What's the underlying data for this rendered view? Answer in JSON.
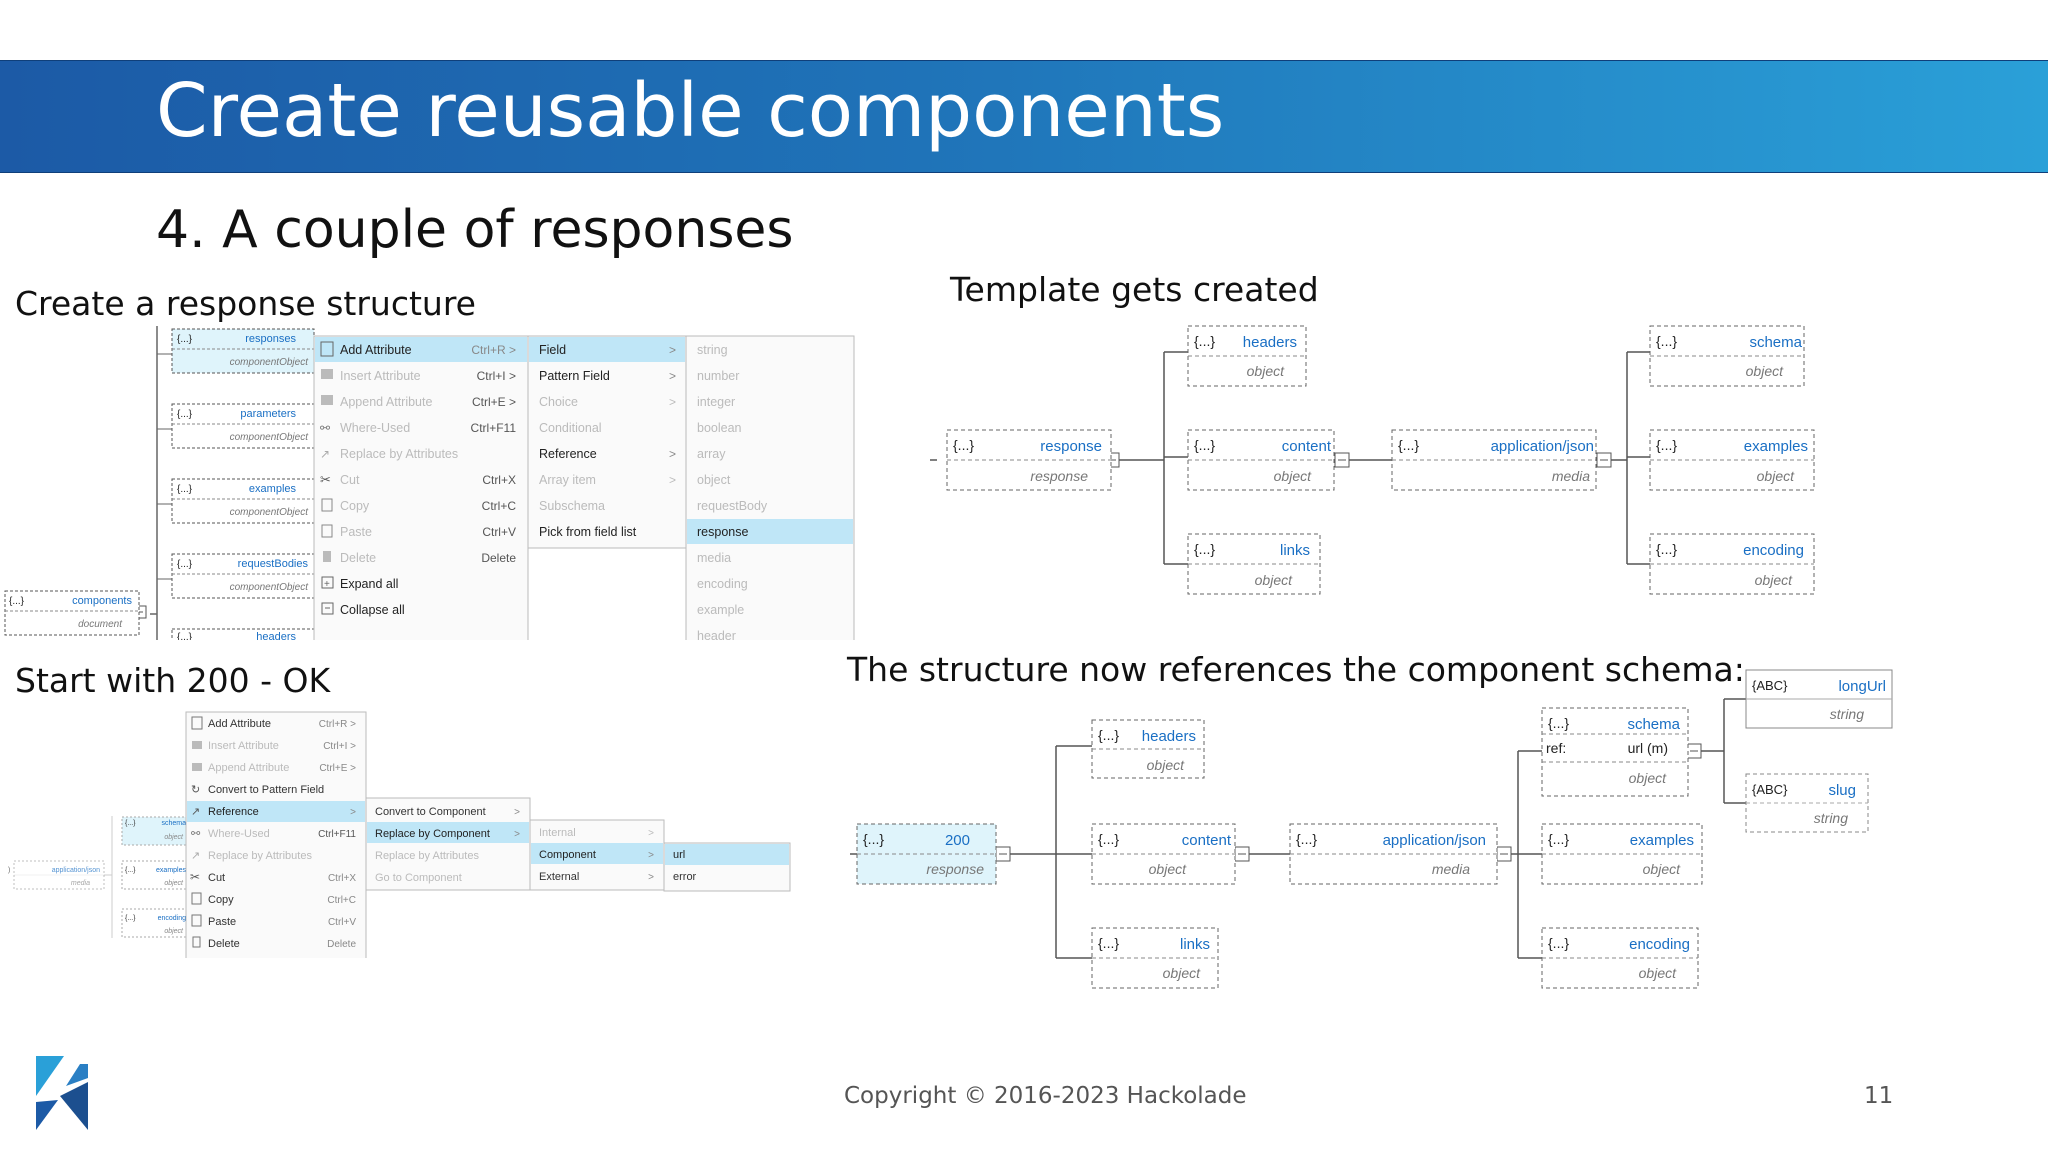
{
  "slide": {
    "title": "Create reusable components",
    "subtitle": "4. A couple of responses",
    "caption_tl": "Create a response structure",
    "caption_tr": "Template gets created",
    "caption_bl": "Start with 200 - OK",
    "caption_br": "The structure now references the component schema:",
    "copyright": "Copyright © 2016-2023 Hackolade",
    "page_number": "11"
  },
  "obj_glyph": "{...}",
  "str_glyph": "{ABC}",
  "tl": {
    "tree": [
      {
        "name": "responses",
        "type": "componentObject"
      },
      {
        "name": "parameters",
        "type": "componentObject"
      },
      {
        "name": "examples",
        "type": "componentObject"
      },
      {
        "name": "requestBodies",
        "type": "componentObject"
      },
      {
        "name": "headers",
        "type": ""
      }
    ],
    "root": {
      "name": "components",
      "type": "document"
    },
    "menu1": [
      {
        "icon": "add-attribute-icon",
        "label": "Add Attribute",
        "shortcut": "Ctrl+R >"
      },
      {
        "icon": "insert-attribute-icon",
        "label": "Insert Attribute",
        "shortcut": "Ctrl+I >"
      },
      {
        "icon": "append-attribute-icon",
        "label": "Append Attribute",
        "shortcut": "Ctrl+E >"
      },
      {
        "icon": "where-used-icon",
        "label": "Where-Used",
        "shortcut": "Ctrl+F11"
      },
      {
        "icon": "replace-icon",
        "label": "Replace by Attributes",
        "shortcut": ""
      },
      {
        "icon": "cut-icon",
        "label": "Cut",
        "shortcut": "Ctrl+X"
      },
      {
        "icon": "copy-icon",
        "label": "Copy",
        "shortcut": "Ctrl+C"
      },
      {
        "icon": "paste-icon",
        "label": "Paste",
        "shortcut": "Ctrl+V"
      },
      {
        "icon": "delete-icon",
        "label": "Delete",
        "shortcut": "Delete"
      },
      {
        "icon": "expand-icon",
        "label": "Expand all",
        "shortcut": ""
      },
      {
        "icon": "collapse-icon",
        "label": "Collapse all",
        "shortcut": ""
      }
    ],
    "menu2": [
      {
        "label": "Field",
        "arrow": ">"
      },
      {
        "label": "Pattern Field",
        "arrow": ">"
      },
      {
        "label": "Choice",
        "arrow": ">"
      },
      {
        "label": "Conditional",
        "arrow": ""
      },
      {
        "label": "Reference",
        "arrow": ">"
      },
      {
        "label": "Array item",
        "arrow": ">"
      },
      {
        "label": "Subschema",
        "arrow": ""
      },
      {
        "label": "Pick from field list",
        "arrow": ""
      }
    ],
    "menu3": [
      "string",
      "number",
      "integer",
      "boolean",
      "array",
      "object",
      "requestBody",
      "response",
      "media",
      "encoding",
      "example",
      "header"
    ]
  },
  "tr": {
    "response": {
      "name": "response",
      "type": "response"
    },
    "headers": {
      "name": "headers",
      "type": "object"
    },
    "content": {
      "name": "content",
      "type": "object"
    },
    "links": {
      "name": "links",
      "type": "object"
    },
    "media": {
      "name": "application/json",
      "type": "media"
    },
    "schema": {
      "name": "schema",
      "type": "object"
    },
    "examples": {
      "name": "examples",
      "type": "object"
    },
    "encoding": {
      "name": "encoding",
      "type": "object"
    }
  },
  "bl": {
    "menu1": [
      {
        "icon": "add-attribute-icon",
        "label": "Add Attribute",
        "shortcut": "Ctrl+R >"
      },
      {
        "icon": "insert-attribute-icon",
        "label": "Insert Attribute",
        "shortcut": "Ctrl+I >"
      },
      {
        "icon": "append-attribute-icon",
        "label": "Append Attribute",
        "shortcut": "Ctrl+E >"
      },
      {
        "icon": "convert-icon",
        "label": "Convert to Pattern Field",
        "shortcut": ""
      },
      {
        "icon": "reference-icon",
        "label": "Reference",
        "shortcut": ">"
      },
      {
        "icon": "where-used-icon",
        "label": "Where-Used",
        "shortcut": "Ctrl+F11"
      },
      {
        "icon": "replace-icon",
        "label": "Replace by Attributes",
        "shortcut": ""
      },
      {
        "icon": "cut-icon",
        "label": "Cut",
        "shortcut": "Ctrl+X"
      },
      {
        "icon": "copy-icon",
        "label": "Copy",
        "shortcut": "Ctrl+C"
      },
      {
        "icon": "paste-icon",
        "label": "Paste",
        "shortcut": "Ctrl+V"
      },
      {
        "icon": "delete-icon",
        "label": "Delete",
        "shortcut": "Delete"
      }
    ],
    "menu2": [
      {
        "label": "Convert to Component",
        "arrow": ">"
      },
      {
        "label": "Replace by Component",
        "arrow": ">"
      },
      {
        "label": "Replace by Attributes",
        "arrow": ""
      },
      {
        "label": "Go to Component",
        "arrow": ""
      }
    ],
    "menu3": [
      {
        "label": "Internal",
        "arrow": ">"
      },
      {
        "label": "Component",
        "arrow": ">"
      },
      {
        "label": "External",
        "arrow": ">"
      }
    ],
    "menu4": [
      "url",
      "error"
    ],
    "bg_tree": [
      {
        "glyph": "{...}",
        "name": "schema",
        "type": "object"
      },
      {
        "glyph": "{...}",
        "name": "examples",
        "type": "object"
      },
      {
        "glyph": "{...}",
        "name": "encoding",
        "type": "object"
      }
    ],
    "bg_media": {
      "name": "application/json",
      "type": "media"
    }
  },
  "br": {
    "r200": {
      "name": "200",
      "type": "response"
    },
    "headers": {
      "name": "headers",
      "type": "object"
    },
    "content": {
      "name": "content",
      "type": "object"
    },
    "links": {
      "name": "links",
      "type": "object"
    },
    "media": {
      "name": "application/json",
      "type": "media"
    },
    "schema": {
      "name": "schema",
      "type": "object",
      "ref_label": "ref:",
      "ref_value": "url (m)"
    },
    "examples": {
      "name": "examples",
      "type": "object"
    },
    "encoding": {
      "name": "encoding",
      "type": "object"
    },
    "longUrl": {
      "name": "longUrl",
      "type": "string"
    },
    "slug": {
      "name": "slug",
      "type": "string"
    }
  }
}
